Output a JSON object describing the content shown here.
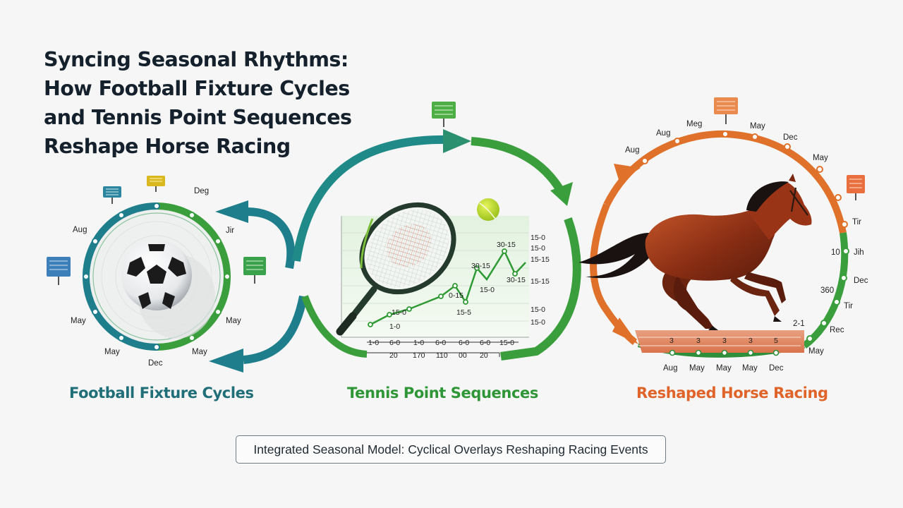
{
  "title": {
    "line1": "Syncing Seasonal Rhythms:",
    "line2": "How Football Fixture Cycles",
    "line3": "and Tennis Point Sequences",
    "line4": "Reshape Horse Racing"
  },
  "sections": {
    "football": "Football Fixture Cycles",
    "tennis": "Tennis Point Sequences",
    "racing": "Reshaped Horse Racing"
  },
  "caption": "Integrated Seasonal Model: Cyclical Overlays Reshaping Racing Events",
  "colors": {
    "teal": "#1f7e8c",
    "green": "#3a9e3c",
    "orange": "#e0712a"
  },
  "football_ring": {
    "labels": {
      "aug": "Aug",
      "deg": "Deg",
      "jir": "Jir",
      "may_left": "May",
      "may_right": "May",
      "may_bottom_left": "May",
      "may_bottom_right": "May",
      "dec": "Dec"
    },
    "icons": [
      "stadium-light-icon",
      "stadium-light-icon",
      "stadium-light-icon",
      "stadium-light-icon",
      "stadium-light-icon"
    ]
  },
  "tennis_chart": {
    "score_labels": {
      "a": "1-0",
      "b": "15-0",
      "c": "0-15",
      "d": "15-5",
      "e": "30-15",
      "f": "15-0",
      "g": "30-15",
      "h": "30-15"
    },
    "right_labels": [
      "15-0",
      "15-0",
      "15-15",
      "15-15",
      "15-0",
      "15-0"
    ],
    "x_labels_top": [
      "1-0",
      "6-0",
      "1-0",
      "6-0",
      "6-0",
      "6-0",
      "15-0"
    ],
    "x_labels_bottom": [
      "20",
      "170",
      "110",
      "00",
      "20"
    ]
  },
  "racing_ring": {
    "labels": {
      "aug_top": "Aug",
      "meg": "Meg",
      "may_top": "May",
      "dec_top": "Dec",
      "aug_left": "Aug",
      "may_right": "May",
      "tir_top": "Tir",
      "ten": "10",
      "jih": "Jih",
      "dec_right": "Dec",
      "three60": "360",
      "tir_bottom": "Tir",
      "two_one": "2-1",
      "rec": "Rec",
      "may_bottom": "May",
      "b_aug": "Aug",
      "b_may1": "May",
      "b_may2": "May",
      "b_may3": "May",
      "b_dec": "Dec",
      "t1": "3",
      "t2": "3",
      "t3": "3",
      "t4": "3",
      "t5": "5"
    }
  }
}
